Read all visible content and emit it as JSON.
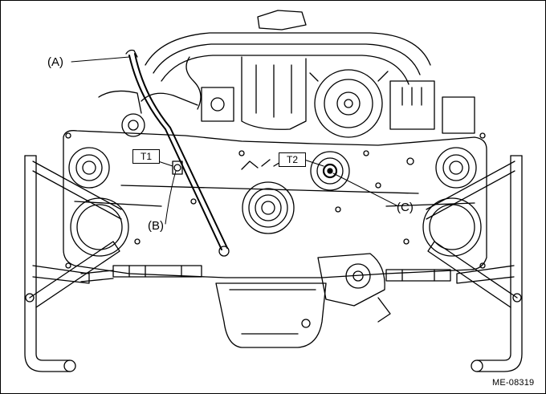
{
  "labels": {
    "a": "(A)",
    "b": "(B)",
    "c": "(C)",
    "t1": "T1",
    "t2": "T2"
  },
  "figure_code": "ME-08319",
  "colors": {
    "line": "#000000",
    "background": "#ffffff"
  }
}
